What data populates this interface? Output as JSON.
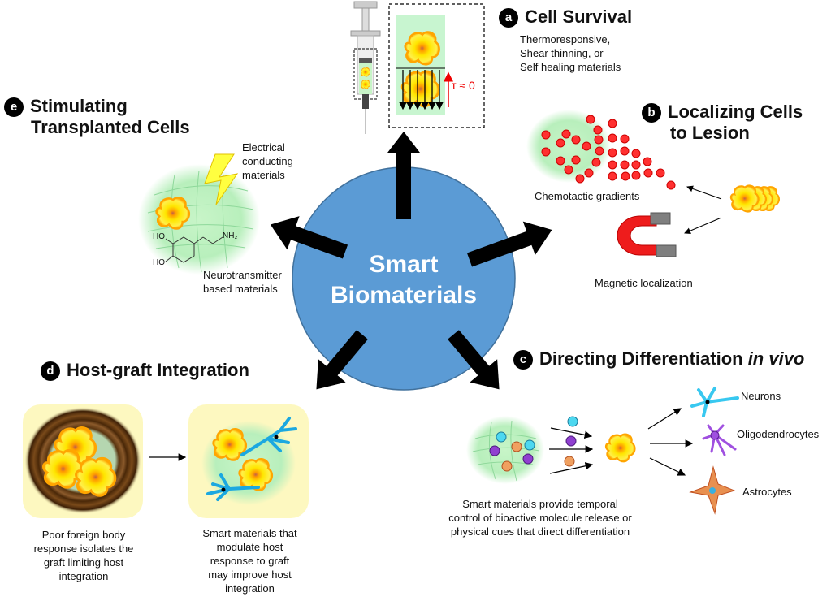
{
  "center": {
    "line1": "Smart",
    "line2": "Biomaterials"
  },
  "sections": {
    "a": {
      "badge": "a",
      "title": "Cell Survival",
      "caption_lines": [
        "Thermoresponsive,",
        "Shear thinning, or",
        "Self healing materials"
      ],
      "shear_label": "τ ≈ 0"
    },
    "b": {
      "badge": "b",
      "title_lines": [
        "Localizing Cells",
        "to Lesion"
      ],
      "chemo_label": "Chemotactic gradients",
      "magnet_label": "Magnetic localization"
    },
    "c": {
      "badge": "c",
      "title": "Directing Differentiation ",
      "title_italic": "in vivo",
      "caption_lines": [
        "Smart materials provide temporal",
        "control of bioactive molecule release or",
        "physical cues that direct differentiation"
      ],
      "outcomes": [
        "Neurons",
        "Oligodendrocytes",
        "Astrocytes"
      ]
    },
    "d": {
      "badge": "d",
      "title": "Host-graft Integration",
      "left_caption_lines": [
        "Poor foreign body",
        "response isolates the",
        "graft limiting host",
        "integration"
      ],
      "right_caption_lines": [
        "Smart materials that",
        "modulate host",
        "response to graft",
        "may improve host",
        "integration"
      ]
    },
    "e": {
      "badge": "e",
      "title_lines": [
        "Stimulating",
        "Transplanted Cells"
      ],
      "electric_label_lines": [
        "Electrical",
        "conducting",
        "materials"
      ],
      "neuro_label_lines": [
        "Neurotransmitter",
        "based materials"
      ],
      "molecule": {
        "ho1": "HO",
        "ho2": "HO",
        "nh2": "NH₂"
      }
    }
  },
  "colors": {
    "hub": "#5b9bd5",
    "hub_stroke": "#41719c",
    "gel": "#c8f0c8",
    "cell": "#ffe600",
    "cell_edge": "#ffa500",
    "red": "#ff2020",
    "neuron": "#38c8f0",
    "oligo": "#a050e0",
    "astro": "#e07830"
  }
}
